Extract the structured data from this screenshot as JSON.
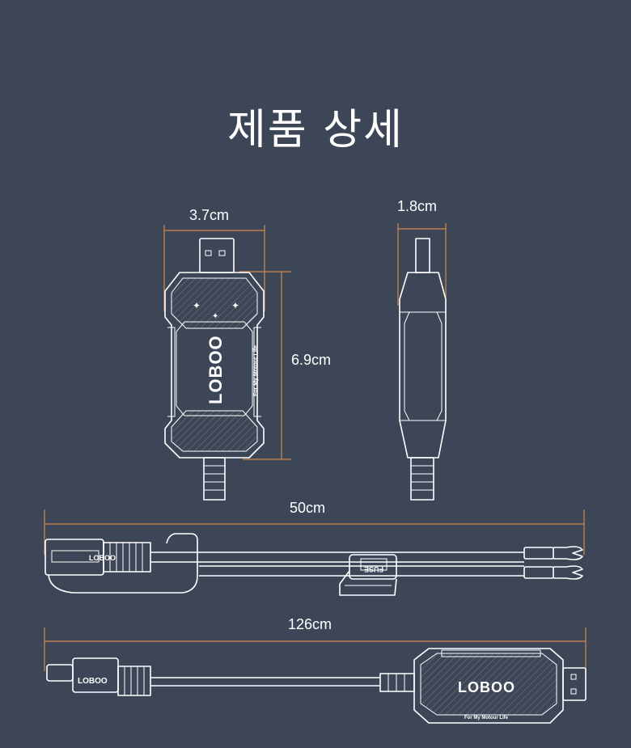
{
  "page": {
    "title": "제품 상세"
  },
  "dimensions": {
    "width": "3.7cm",
    "thickness": "1.8cm",
    "length": "6.9cm",
    "cable_short": "50cm",
    "cable_long": "126cm"
  },
  "device": {
    "brand_logo": "LOBOO",
    "tagline": "For My Motour Life",
    "fuse_label": "FUSE"
  },
  "colors": {
    "background": "#3c4656",
    "dimension_line": "#d38a4c",
    "line_art": "#ffffff"
  }
}
